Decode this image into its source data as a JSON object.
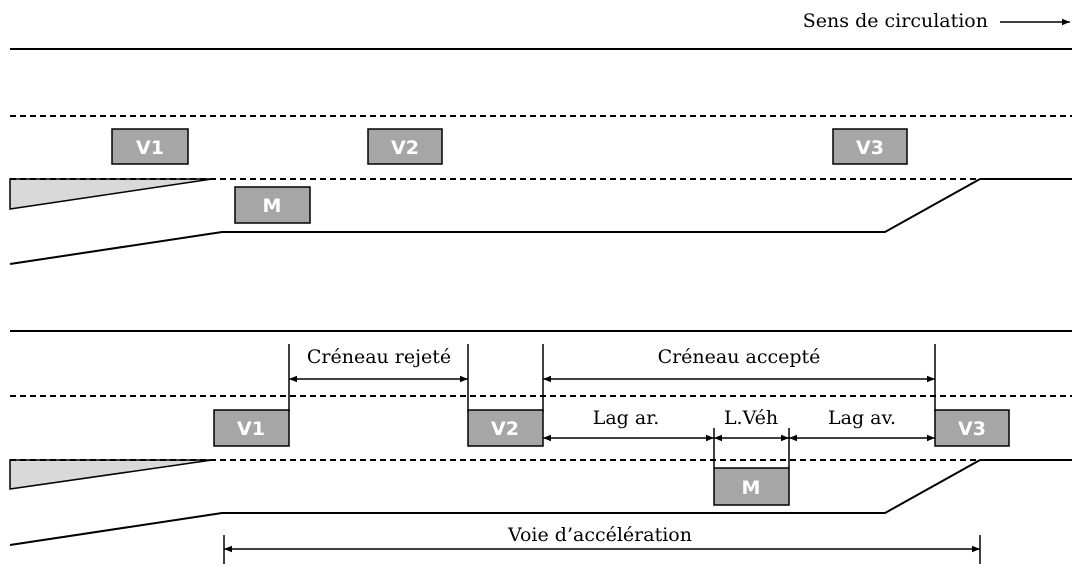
{
  "direction_label": "Sens de circulation",
  "vehicles": {
    "v1": "V1",
    "v2": "V2",
    "v3": "V3",
    "merging": "M"
  },
  "gaps": {
    "rejected": "Créneau rejeté",
    "accepted": "Créneau accepté",
    "lag_rear": "Lag ar.",
    "vehicle_length": "L.Véh",
    "lag_front": "Lag av."
  },
  "acceleration_lane": "Voie d’accélération"
}
